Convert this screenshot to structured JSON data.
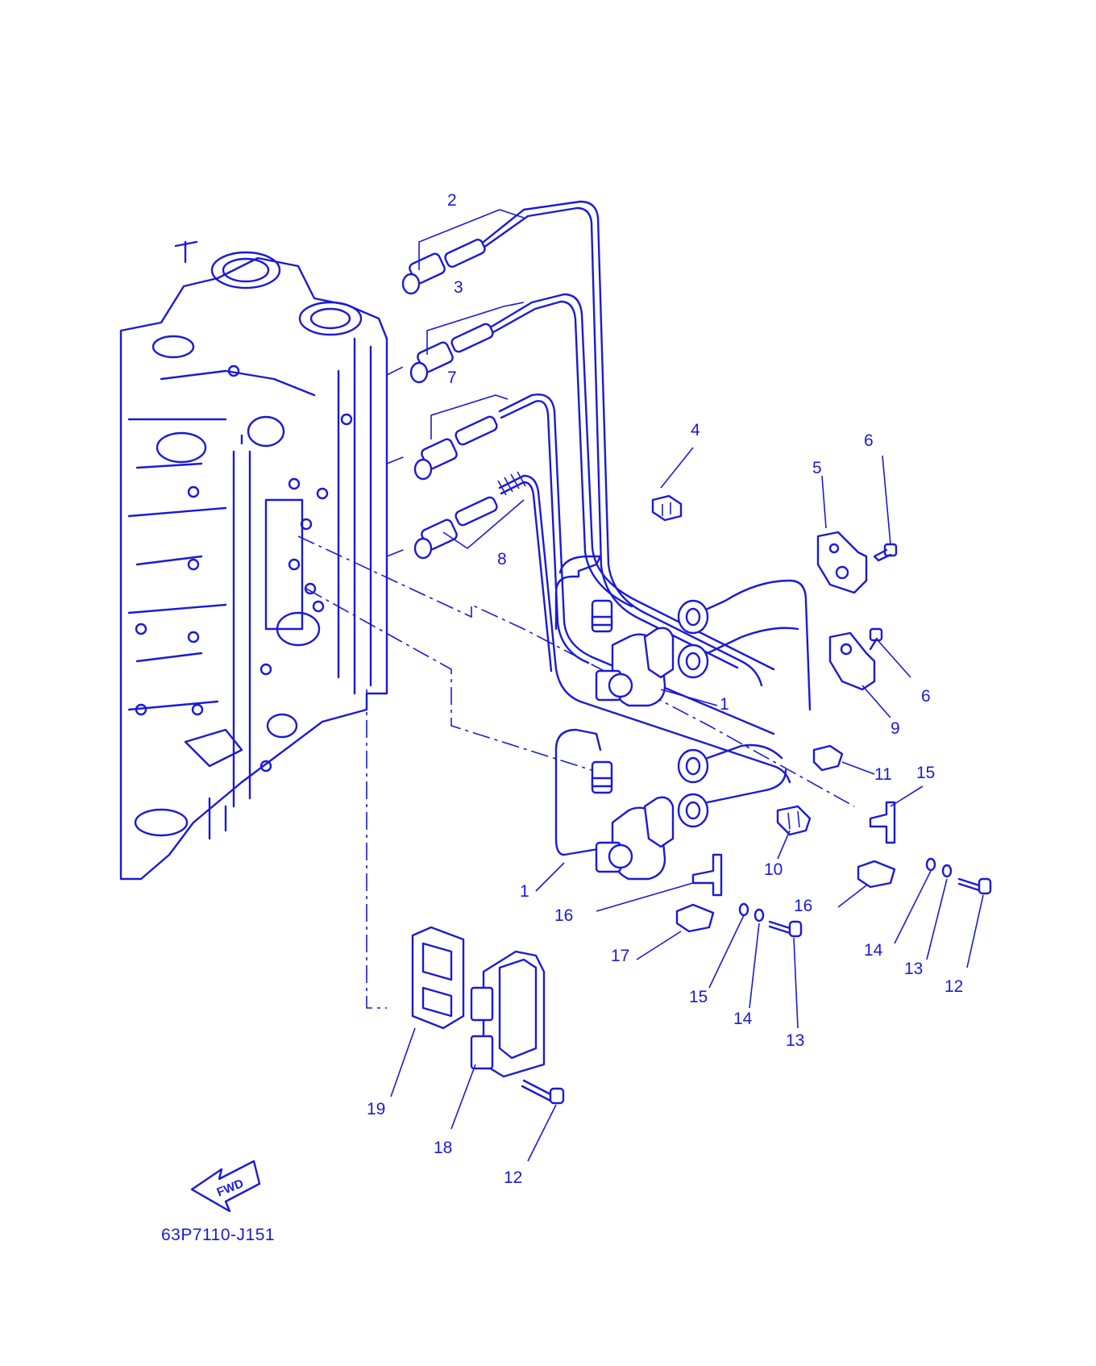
{
  "diagram_code": "63P7110-J151",
  "fwd_label": "FWD",
  "colors": {
    "line": "#1a1ad6",
    "background": "#ffffff"
  },
  "callouts": [
    "1",
    "1",
    "2",
    "3",
    "4",
    "5",
    "6",
    "6",
    "7",
    "8",
    "9",
    "10",
    "11",
    "12",
    "12",
    "13",
    "13",
    "14",
    "14",
    "15",
    "15",
    "16",
    "16",
    "17",
    "18",
    "19"
  ]
}
